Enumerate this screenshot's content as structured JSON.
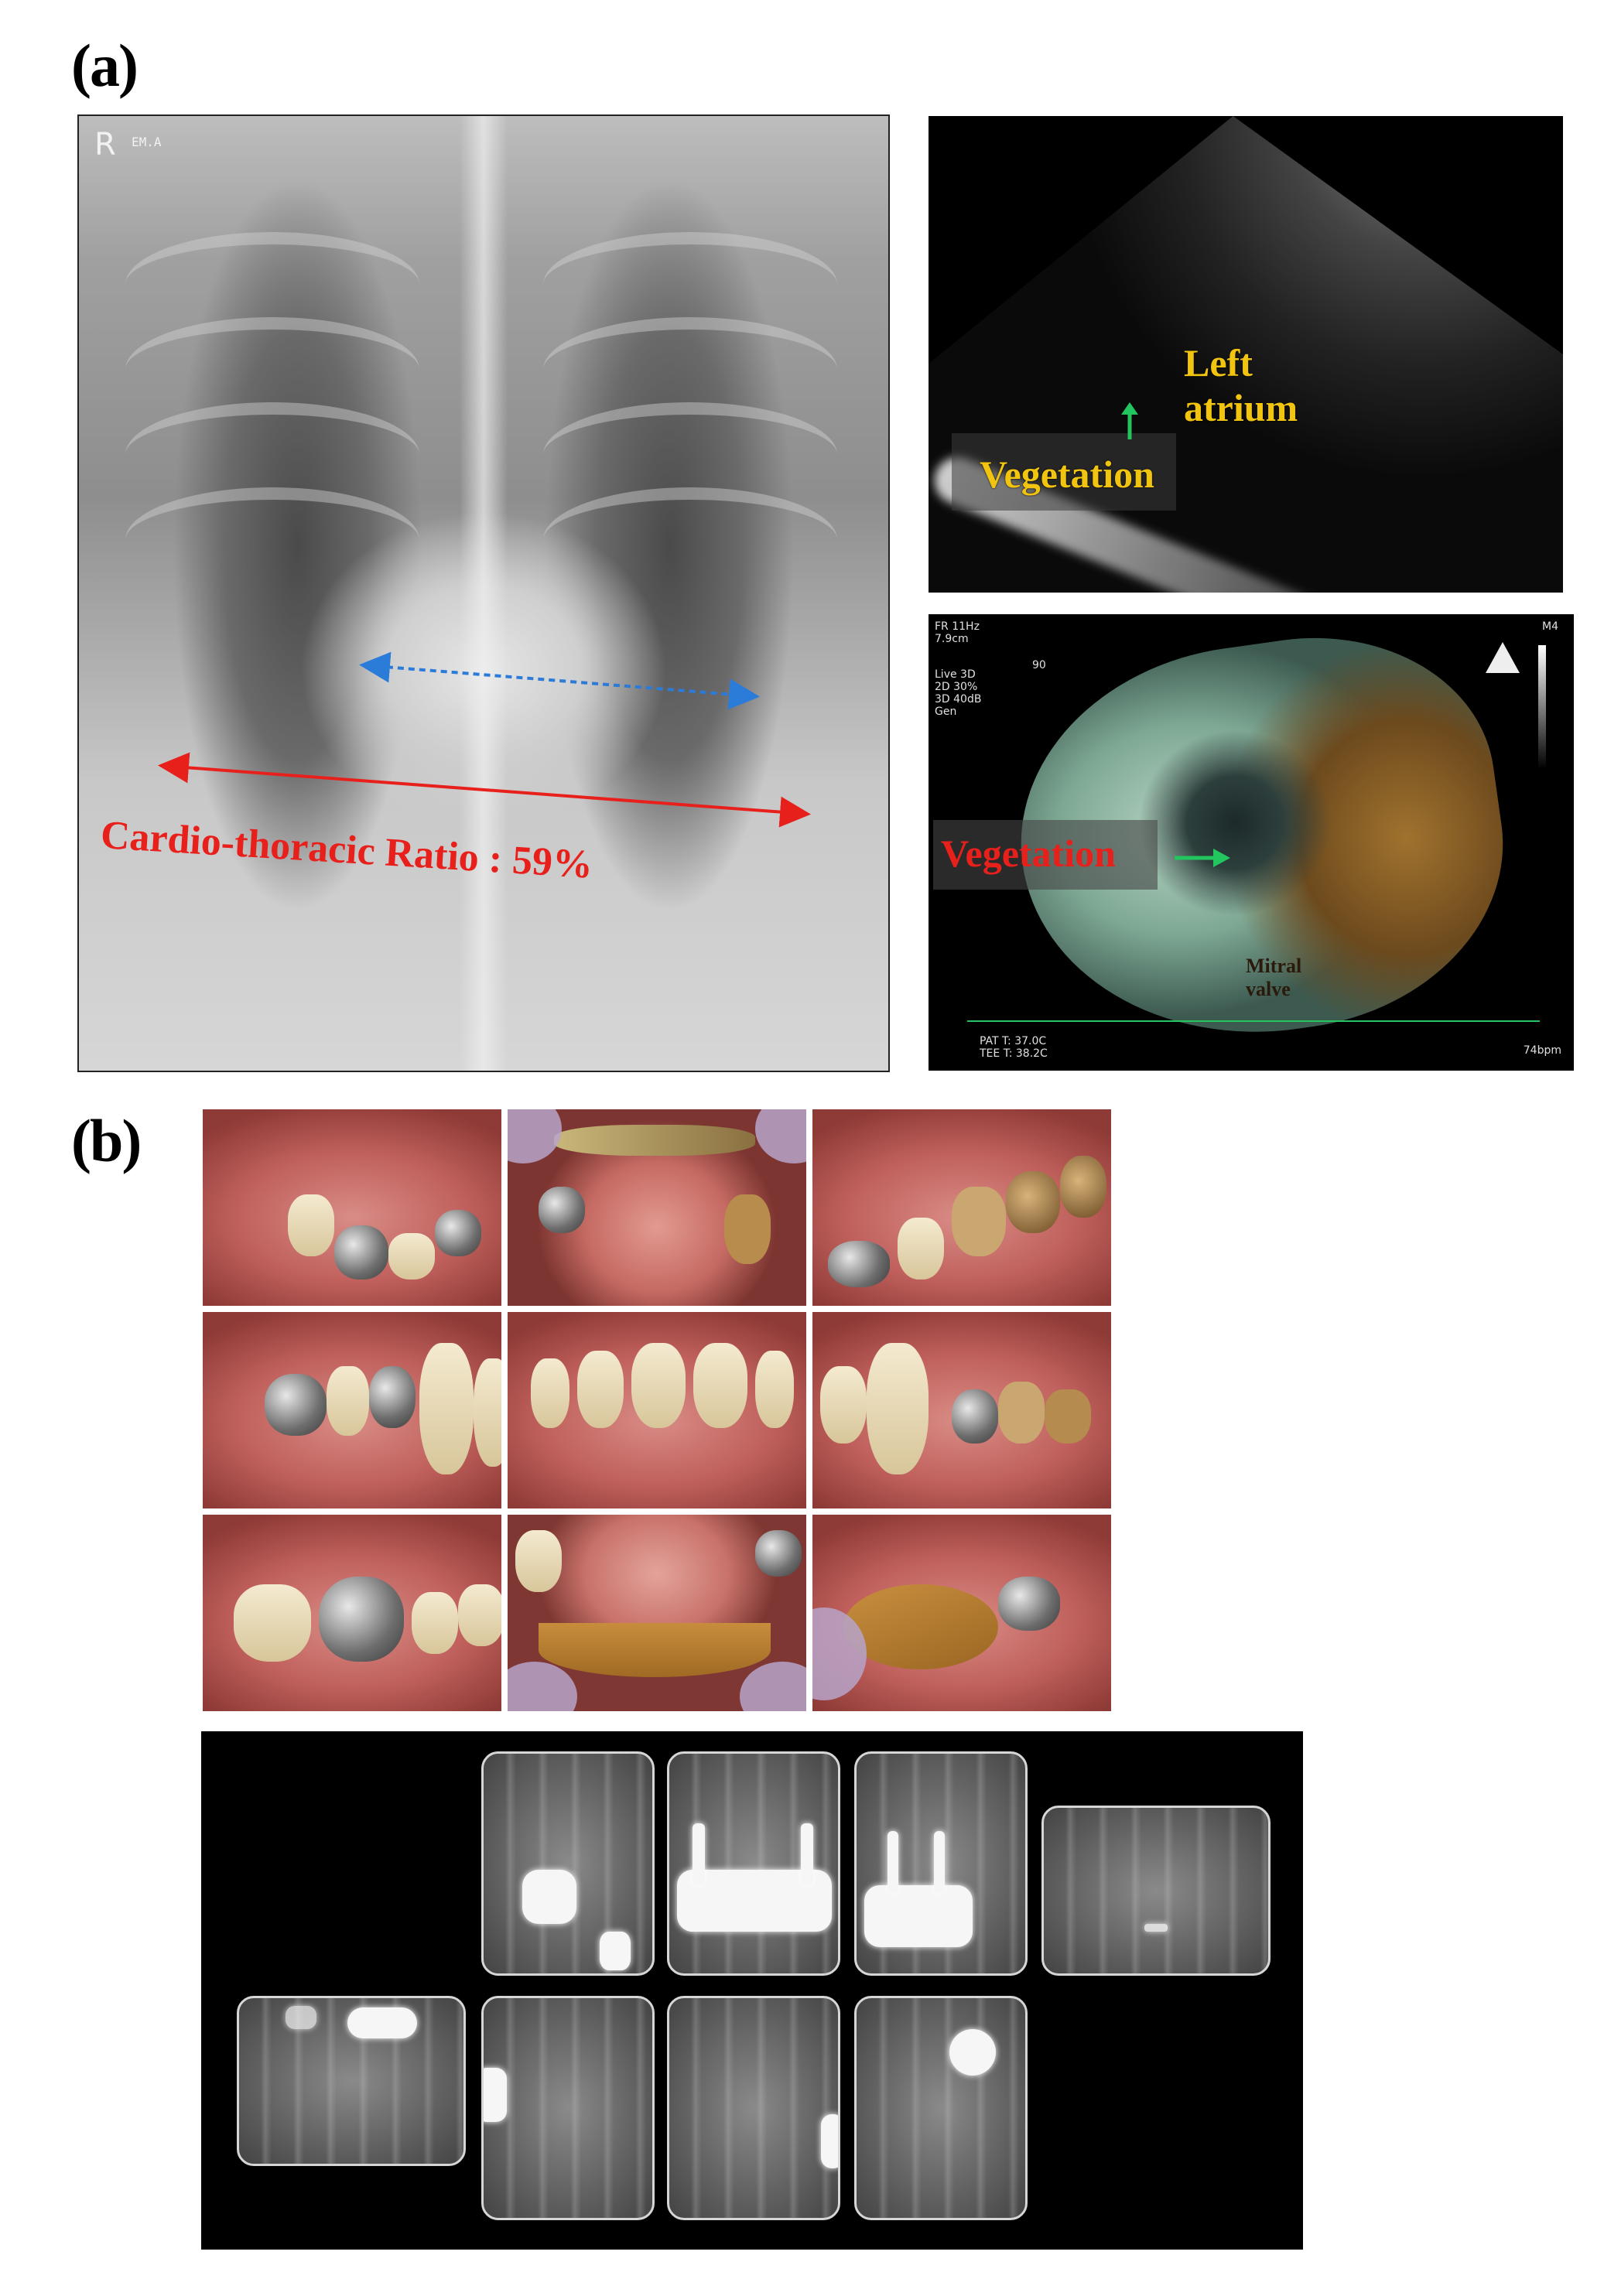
{
  "panels": {
    "a_label": "(a)",
    "b_label": "(b)"
  },
  "xray": {
    "marker": "R",
    "marker_sub": "EM.A",
    "ctr_label": "Cardio-thoracic  Ratio  :  59%"
  },
  "echo2d": {
    "left_atrium_line1": "Left",
    "left_atrium_line2": "atrium",
    "vegetation": "Vegetation"
  },
  "echo3d": {
    "hud_fr": "FR 11Hz",
    "hud_depth": "7.9cm",
    "hud_live": "Live 3D",
    "hud_2d": "2D 30%",
    "hud_3d": "3D 40dB",
    "hud_gen": "Gen",
    "hud_angle": "90",
    "hud_pat": "PAT T: 37.0C",
    "hud_tee": "TEE T: 38.2C",
    "hud_bpm": "74bpm",
    "hud_m4": "M4",
    "vegetation": "Vegetation",
    "mitral": "Mitral",
    "valve": "valve"
  },
  "colors": {
    "ctr_red": "#e8201c",
    "echo_yellow": "#f1c40f",
    "arrow_green": "#22c55e",
    "arrow_blue": "#2b7bd9"
  }
}
